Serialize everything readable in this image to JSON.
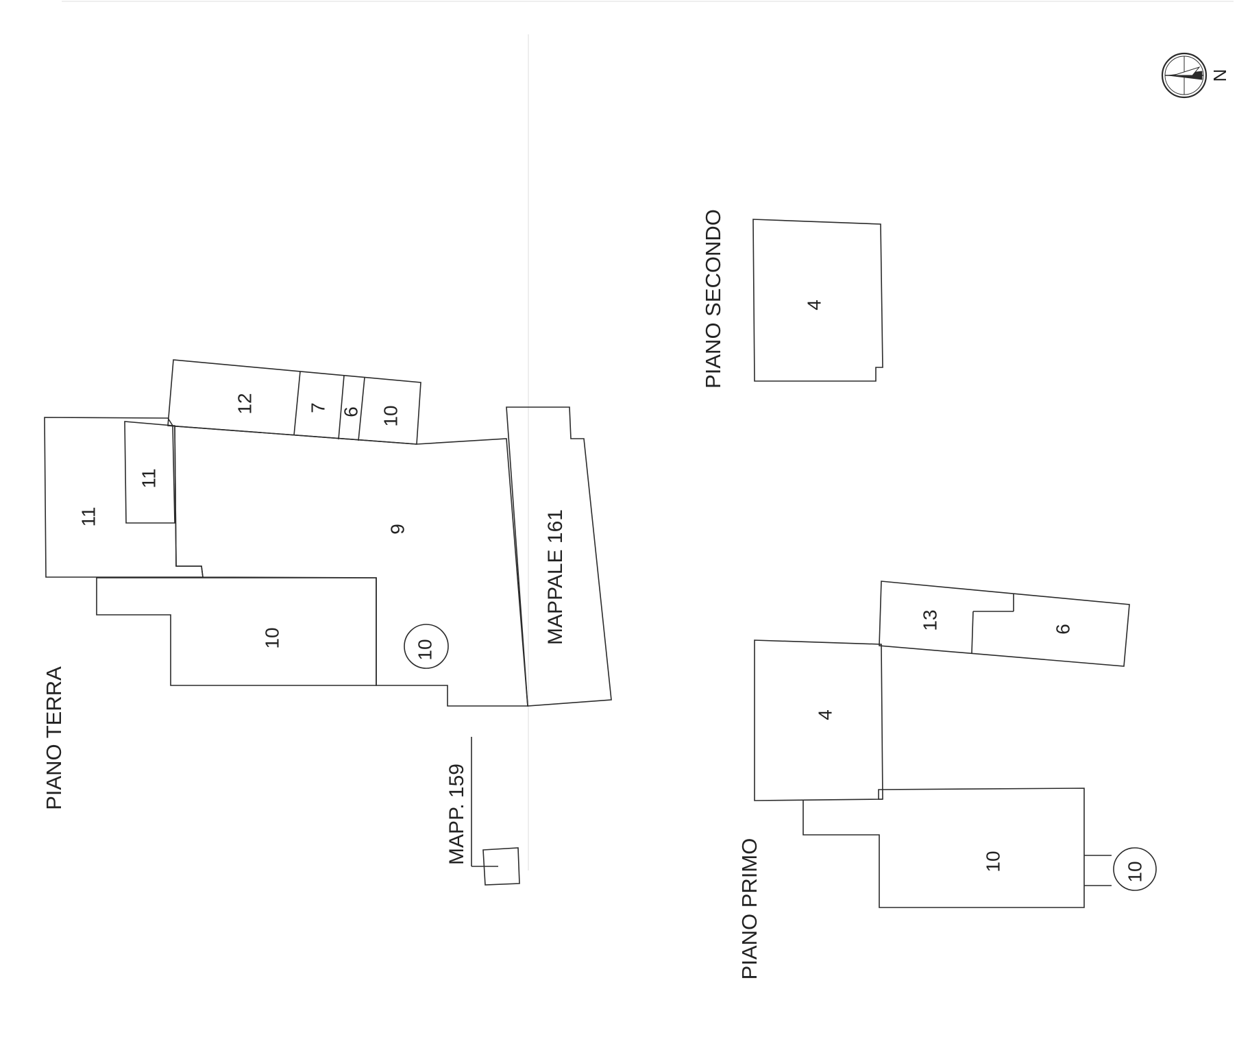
{
  "floors": {
    "ground": {
      "label": "PIANO TERRA",
      "rooms": [
        "11",
        "11",
        "9",
        "10",
        "12",
        "7",
        "6",
        "10"
      ],
      "circle_room": "10"
    },
    "first": {
      "label": "PIANO PRIMO",
      "rooms": [
        "4",
        "13",
        "6",
        "10"
      ],
      "circle_room": "10"
    },
    "second": {
      "label": "PIANO SECONDO",
      "rooms": [
        "4"
      ]
    }
  },
  "parcels": {
    "mappale_161": "MAPPALE 161",
    "mapp_159": "MAPP. 159"
  },
  "compass": {
    "letter": "N",
    "icon": "north-arrow-icon"
  },
  "colors": {
    "line": "#2a2a2a",
    "paper": "#ffffff"
  }
}
